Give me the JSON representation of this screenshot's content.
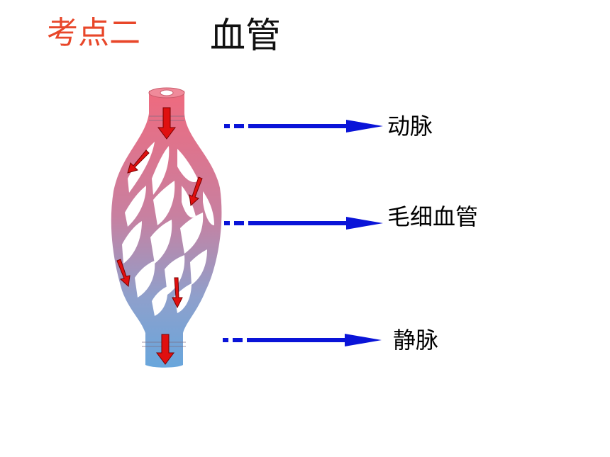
{
  "title": {
    "prefix": "考点二",
    "main": "血管"
  },
  "labels": {
    "artery": "动脉",
    "capillary": "毛细血管",
    "vein": "静脉"
  },
  "colors": {
    "title_prefix": "#e8472a",
    "arterial_red": "#e8657a",
    "venous_blue": "#6fa8dc",
    "pointer_arrow": "#0a14d8",
    "flow_arrow": "#e01010"
  }
}
